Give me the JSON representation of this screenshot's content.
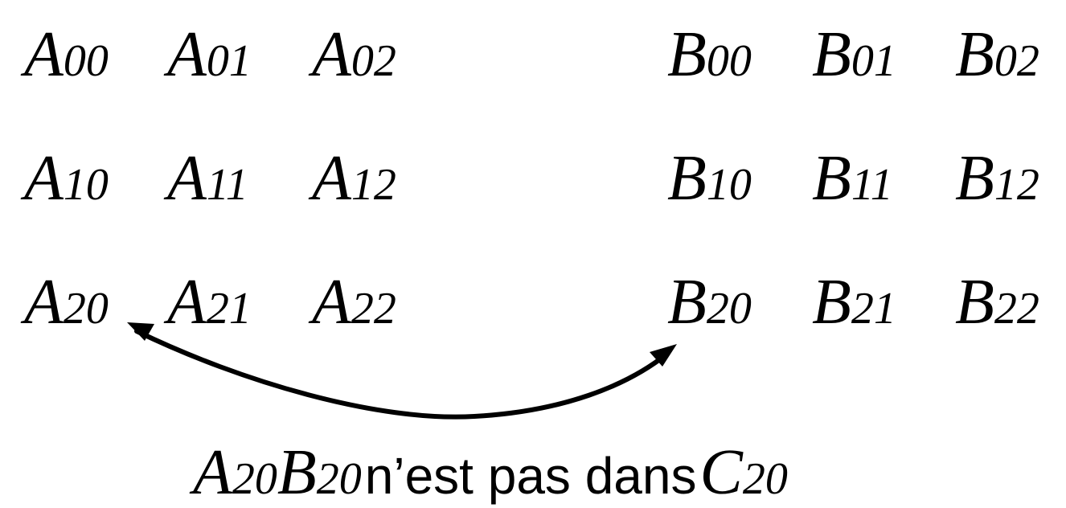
{
  "matrix_a": {
    "rows": [
      [
        {
          "base": "A",
          "sub": "00"
        },
        {
          "base": "A",
          "sub": "01"
        },
        {
          "base": "A",
          "sub": "02"
        }
      ],
      [
        {
          "base": "A",
          "sub": "10"
        },
        {
          "base": "A",
          "sub": "11"
        },
        {
          "base": "A",
          "sub": "12"
        }
      ],
      [
        {
          "base": "A",
          "sub": "20"
        },
        {
          "base": "A",
          "sub": "21"
        },
        {
          "base": "A",
          "sub": "22"
        }
      ]
    ]
  },
  "matrix_b": {
    "rows": [
      [
        {
          "base": "B",
          "sub": "00"
        },
        {
          "base": "B",
          "sub": "01"
        },
        {
          "base": "B",
          "sub": "02"
        }
      ],
      [
        {
          "base": "B",
          "sub": "10"
        },
        {
          "base": "B",
          "sub": "11"
        },
        {
          "base": "B",
          "sub": "12"
        }
      ],
      [
        {
          "base": "B",
          "sub": "20"
        },
        {
          "base": "B",
          "sub": "21"
        },
        {
          "base": "B",
          "sub": "22"
        }
      ]
    ]
  },
  "caption": {
    "a_base": "A",
    "a_sub": "20",
    "b_base": "B",
    "b_sub": "20",
    "text": "n’est pas dans",
    "c_base": "C",
    "c_sub": "20"
  },
  "arrow": {
    "from": "B20",
    "to": "A20",
    "double_headed": true,
    "color": "#000000"
  }
}
